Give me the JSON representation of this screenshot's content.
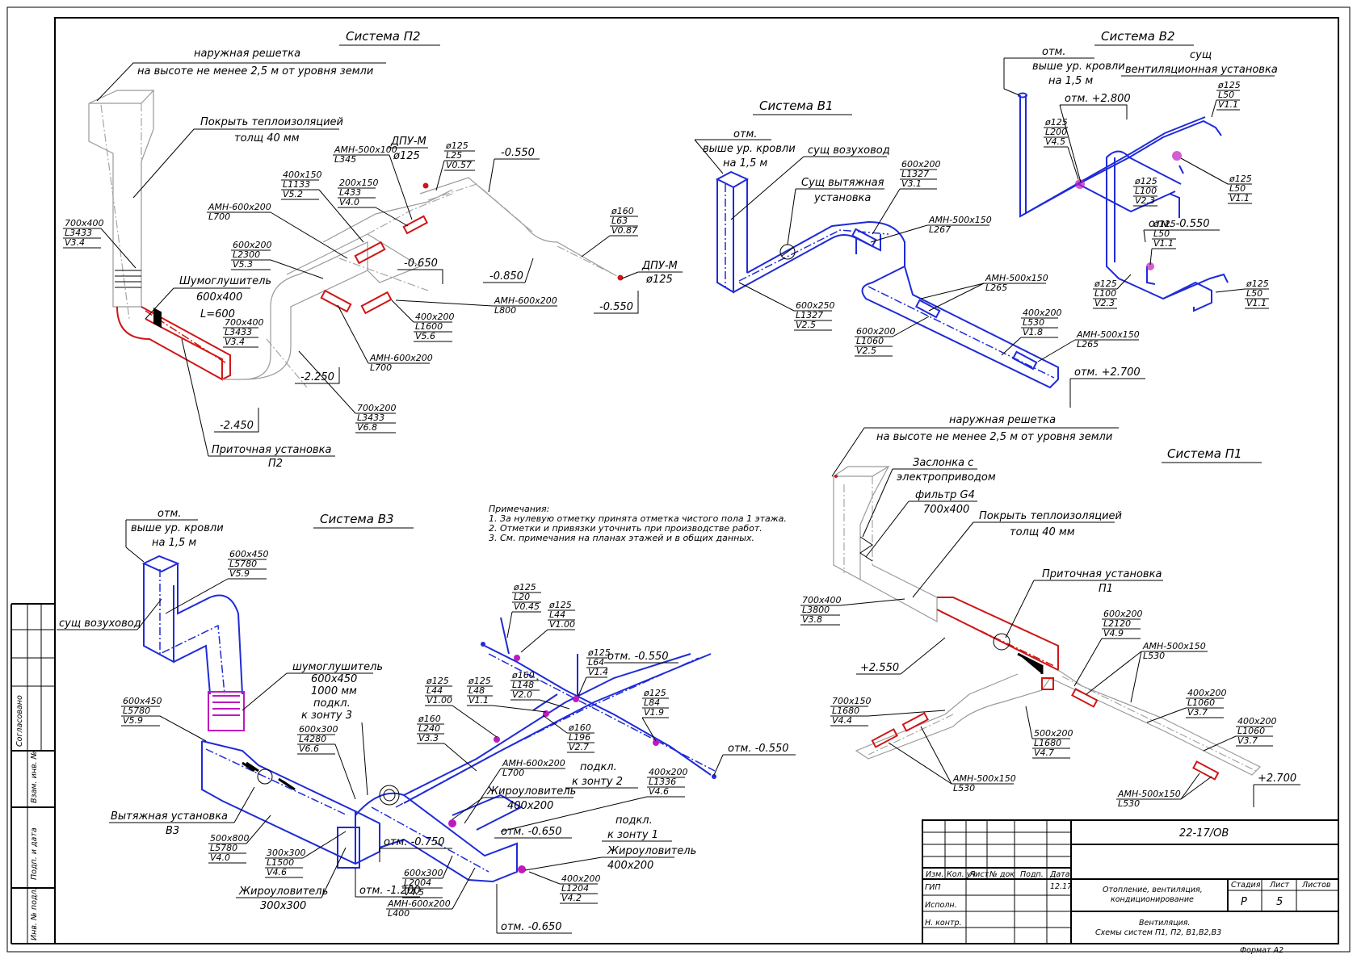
{
  "titles": {
    "p2": "Система П2",
    "b1": "Система В1",
    "b2": "Система В2",
    "b3": "Система В3",
    "p1": "Система П1"
  },
  "p2": {
    "grille_l1": "наружная решетка",
    "grille_l2": "на высоте не менее 2,5 м от уровня земли",
    "insul_l1": "Покрыть теплоизоляцией",
    "insul_l2": "толщ 40 мм",
    "duct1": [
      "700х400",
      "L3433",
      "V3.4"
    ],
    "silencer_l1": "Шумоглушитель",
    "silencer_l2": "600х400",
    "silencer_l3": "L=600",
    "duct2": [
      "700х400",
      "L3433",
      "V3.4"
    ],
    "lvl_2450": "-2.450",
    "unit_l1": "Приточная установка",
    "unit_l2": "П2",
    "lvl_2250": "-2.250",
    "duct3": [
      "700х200",
      "L3433",
      "V6.8"
    ],
    "amn_600_700a": [
      "АМН-600х200",
      "L700"
    ],
    "duct4": [
      "600х200",
      "L2300",
      "V5.3"
    ],
    "amn_600_700b": [
      "АМН-600х200",
      "L700"
    ],
    "duct5": [
      "400х150",
      "L1133",
      "V5.2"
    ],
    "amn_500_345": [
      "АМН-500х100",
      "L345"
    ],
    "duct6": [
      "200х150",
      "L433",
      "V4.0"
    ],
    "dpu1_l1": "ДПУ-М",
    "dpu1_l2": "ø125",
    "d125": [
      "ø125",
      "L25",
      "V0.57"
    ],
    "lvl_0550a": "-0.550",
    "duct7": [
      "400х200",
      "L1600",
      "V5.6"
    ],
    "lvl_0650": "-0.650",
    "amn_600_800": [
      "АМН-600х200",
      "L800"
    ],
    "d160": [
      "ø160",
      "L63",
      "V0.87"
    ],
    "dpu2_l1": "ДПУ-М",
    "dpu2_l2": "ø125",
    "lvl_0850": "-0.850",
    "lvl_0550b": "-0.550"
  },
  "b1": {
    "top_l1": "отм.",
    "top_l2": "выше ур. кровли",
    "top_l3": "на 1,5 м",
    "exist_duct": "сущ возуховод",
    "exist_unit_l1": "Сущ вытяжная",
    "exist_unit_l2": "установка",
    "duct1": [
      "600х200",
      "L1327",
      "V3.1"
    ],
    "amn_267": [
      "АМН-500х150",
      "L267"
    ],
    "amn_265a": [
      "АМН-500х150",
      "L265"
    ],
    "duct2": [
      "600х250",
      "L1327",
      "V2.5"
    ],
    "duct3": [
      "600х200",
      "L1060",
      "V2.5"
    ],
    "duct4": [
      "400х200",
      "L530",
      "V1.8"
    ],
    "amn_265b": [
      "АМН-500х150",
      "L265"
    ],
    "lvl": "отм. +2.700"
  },
  "b2": {
    "top_l1": "отм.",
    "top_l2": "выше ур. кровли",
    "top_l3": "на 1,5 м",
    "exist_l1": "сущ",
    "exist_l2": "вентиляционная установка",
    "lvl_2800": "отм. +2.800",
    "d1": [
      "ø125",
      "L200",
      "V4.5"
    ],
    "d2": [
      "ø125",
      "L50",
      "V1.1"
    ],
    "d3": [
      "ø125",
      "L100",
      "V2.3"
    ],
    "d4": [
      "ø125",
      "L50",
      "V1.1"
    ],
    "lvl_0550": "отм. -0.550",
    "d5": [
      "ø125",
      "L50",
      "V1.1"
    ],
    "d6": [
      "ø125",
      "L100",
      "V2.3"
    ],
    "d7": [
      "ø125",
      "L50",
      "V1.1"
    ]
  },
  "notes": {
    "title": "Примечания:",
    "items": [
      "1. За нулевую отметку принята отметка чистого пола 1 этажа.",
      "2. Отметки и привязки уточнить при производстве работ.",
      "3. См. примечания на планах этажей и в общих данных."
    ]
  },
  "b3": {
    "top_l1": "отм.",
    "top_l2": "выше ур. кровли",
    "top_l3": "на 1,5 м",
    "exist_duct": "сущ возуховод",
    "duct1": [
      "600х450",
      "L5780",
      "V5.9"
    ],
    "duct2": [
      "600х450",
      "L5780",
      "V5.9"
    ],
    "silencer_l1": "шумоглушитель",
    "silencer_l2": "600х450",
    "silencer_l3": "1000 мм",
    "silencer_l4": "подкл.",
    "silencer_l5": "к зонту 3",
    "duct3": [
      "600х300",
      "L4280",
      "V6.6"
    ],
    "unit_l1": "Вытяжная установка",
    "unit_l2": "В3",
    "duct4": [
      "500х800",
      "L5780",
      "V4.0"
    ],
    "duct5": [
      "300х300",
      "L1500",
      "V4.6"
    ],
    "grease1_l1": "Жироуловитель",
    "grease1_l2": "300х300",
    "lvl_1200": "отм. -1.200",
    "duct6": [
      "600х300",
      "L2004",
      "V4.5"
    ],
    "amn_400": [
      "АМН-600х200",
      "L400"
    ],
    "lvl_0750": "отм. -0.750",
    "d_125a": [
      "ø125",
      "L20",
      "V0.45"
    ],
    "d_125b": [
      "ø125",
      "L44",
      "V1.00"
    ],
    "d_125c": [
      "ø125",
      "L44",
      "V1.00"
    ],
    "d_125d": [
      "ø125",
      "L48",
      "V1.1"
    ],
    "d_160a": [
      "ø160",
      "L148",
      "V2.0"
    ],
    "d_125e": [
      "ø125",
      "L64",
      "V1.4"
    ],
    "lvl_0550a": "отм. -0.550",
    "d_125f": [
      "ø125",
      "L84",
      "V1.9"
    ],
    "d_160b": [
      "ø160",
      "L240",
      "V3.3"
    ],
    "d_160c": [
      "ø160",
      "L196",
      "V2.7"
    ],
    "lvl_0550b": "отм. -0.550",
    "amn_700": [
      "АМН-600х200",
      "L700"
    ],
    "grease2_l1": "Жироуловитель",
    "grease2_l2": "400х200",
    "hood2_l1": "подкл.",
    "hood2_l2": "к зонту 2",
    "duct7": [
      "400х200",
      "L1336",
      "V4.6"
    ],
    "lvl_0650a": "отм. -0.650",
    "hood1_l1": "подкл.",
    "hood1_l2": "к зонту 1",
    "grease3_l1": "Жироуловитель",
    "grease3_l2": "400х200",
    "duct8": [
      "400х200",
      "L1204",
      "V4.2"
    ],
    "lvl_0650b": "отм. -0.650"
  },
  "p1": {
    "grille_l1": "наружная решетка",
    "grille_l2": "на высоте не менее 2,5 м от уровня земли",
    "damper_l1": "Заслонка с",
    "damper_l2": "электроприводом",
    "filter_l1": "фильтр G4",
    "filter_l2": "700х400",
    "insul_l1": "Покрыть теплоизоляцией",
    "insul_l2": "толщ 40 мм",
    "unit_l1": "Приточная установка",
    "unit_l2": "П1",
    "duct1": [
      "700х400",
      "L3800",
      "V3.8"
    ],
    "lvl_2550": "+2.550",
    "duct2": [
      "600х200",
      "L2120",
      "V4.9"
    ],
    "amn_530a": [
      "АМН-500х150",
      "L530"
    ],
    "duct3": [
      "700х150",
      "L1680",
      "V4.4"
    ],
    "duct4": [
      "400х200",
      "L1060",
      "V3.7"
    ],
    "duct5": [
      "500х200",
      "L1680",
      "V4.7"
    ],
    "duct6": [
      "400х200",
      "L1060",
      "V3.7"
    ],
    "amn_530b": [
      "АМН-500х150",
      "L530"
    ],
    "amn_530c": [
      "АМН-500х150",
      "L530"
    ],
    "lvl_2700": "+2.700"
  },
  "side_stamp": {
    "agreed": "Согласовано",
    "inv_repl": "Взам. инв. №",
    "sign_date": "Подп. и дата",
    "inv_orig": "Инв. № подл."
  },
  "title_block": {
    "code": "22-17/ОВ",
    "cols": [
      "Изм.",
      "Кол. уч",
      "Лист",
      "№ док",
      "Подп.",
      "Дата"
    ],
    "date": "12.17",
    "roles": [
      "ГИП",
      "Исполн.",
      "Н. контр."
    ],
    "project_l1": "Отопление, вентиляция,",
    "project_l2": "кондиционирование",
    "sheet_l1": "Вентиляция.",
    "sheet_l2": "Схемы систем П1, П2, В1,В2,В3",
    "stage_h": "Стадия",
    "sheet_h": "Лист",
    "sheets_h": "Листов",
    "stage": "Р",
    "sheet": "5",
    "format": "Формат А2"
  }
}
